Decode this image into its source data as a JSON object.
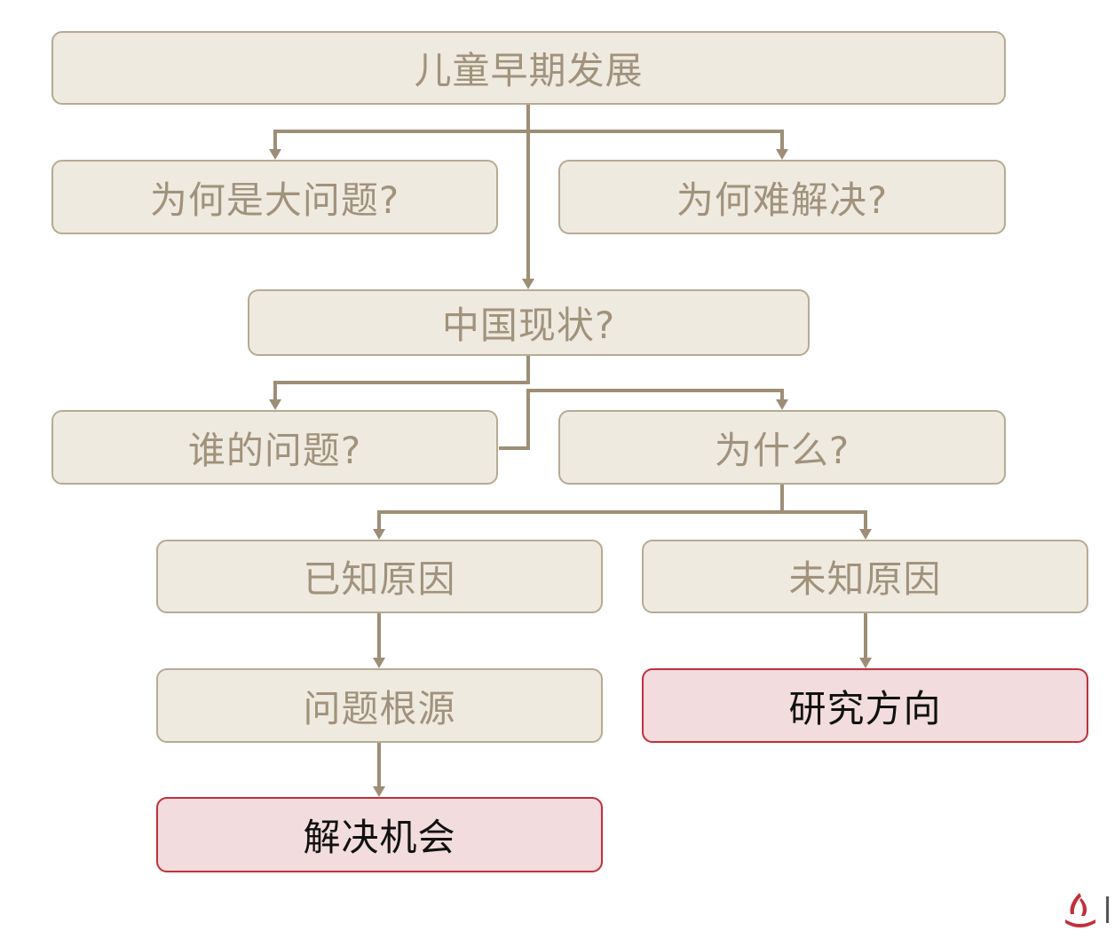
{
  "nodes": {
    "root": "儿童早期发展",
    "why_big": "为何是大问题?",
    "why_hard": "为何难解决?",
    "china_status": "中国现状?",
    "whose_problem": "谁的问题?",
    "why": "为什么?",
    "known_causes": "已知原因",
    "unknown_causes": "未知原因",
    "root_causes": "问题根源",
    "research_direction": "研究方向",
    "solution_opportunity": "解决机会"
  },
  "colors": {
    "node_fill": "#eeeae0",
    "node_border": "#b7aa94",
    "node_text": "#a1927b",
    "highlight_fill": "#f2dcdd",
    "highlight_border": "#c0303b",
    "highlight_text": "#111111",
    "connector": "#9e8e76",
    "logo": "#c0303b"
  },
  "icons": {
    "logo": "brand-logo-icon"
  }
}
